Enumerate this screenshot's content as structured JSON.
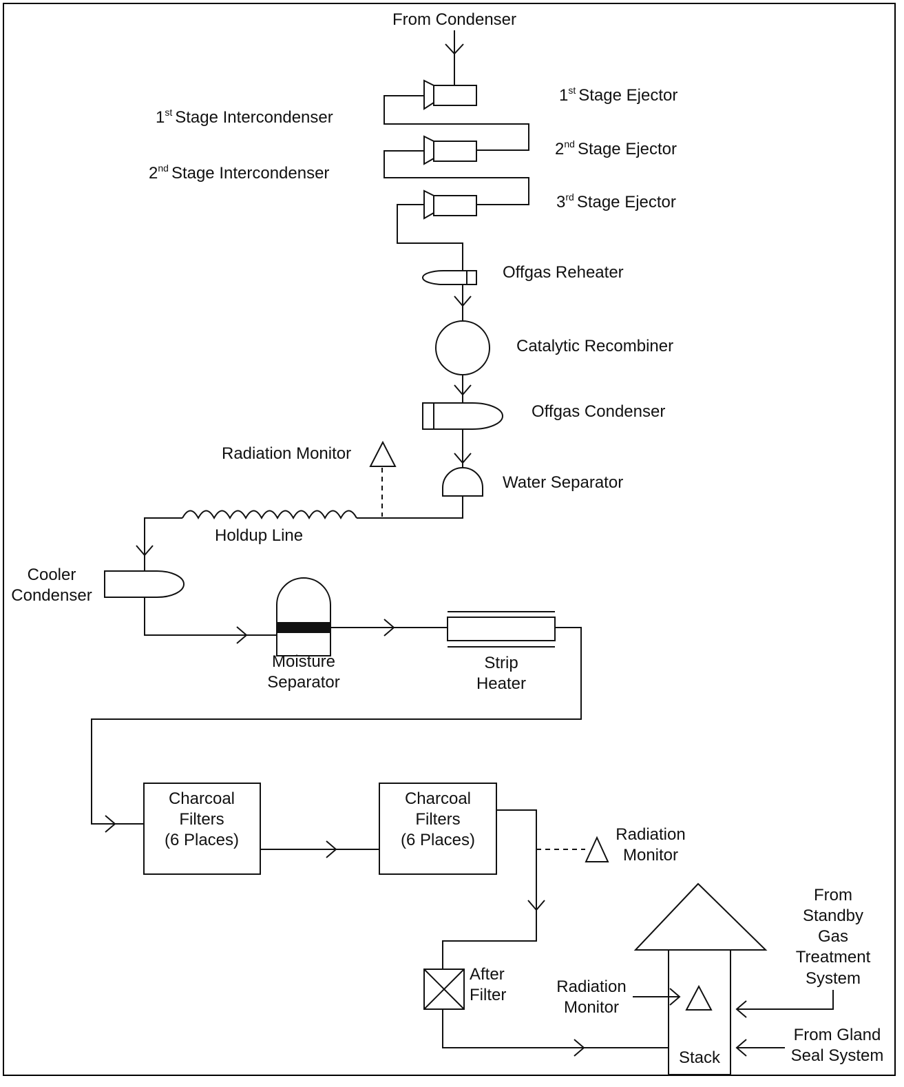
{
  "labels": {
    "from_condenser": "From Condenser",
    "ejector1": "Stage Ejector",
    "ejector1_num": "1",
    "ejector1_sup": "st",
    "intercondenser1": "Stage Intercondenser",
    "intercondenser1_num": "1",
    "intercondenser1_sup": "st",
    "ejector2": "Stage Ejector",
    "ejector2_num": "2",
    "ejector2_sup": "nd",
    "intercondenser2": "Stage Intercondenser",
    "intercondenser2_num": "2",
    "intercondenser2_sup": "nd",
    "ejector3": "Stage Ejector",
    "ejector3_num": "3",
    "ejector3_sup": "rd",
    "offgas_reheater": "Offgas Reheater",
    "catalytic_recombiner": "Catalytic Recombiner",
    "offgas_condenser": "Offgas Condenser",
    "radiation_monitor_1": "Radiation Monitor",
    "water_separator": "Water Separator",
    "holdup_line": "Holdup Line",
    "cooler_condenser": [
      "Cooler",
      "Condenser"
    ],
    "moisture_separator": [
      "Moisture",
      "Separator"
    ],
    "strip_heater": [
      "Strip",
      "Heater"
    ],
    "charcoal_filters_1": [
      "Charcoal",
      "Filters",
      "(6 Places)"
    ],
    "charcoal_filters_2": [
      "Charcoal",
      "Filters",
      "(6 Places)"
    ],
    "radiation_monitor_2": [
      "Radiation",
      "Monitor"
    ],
    "after_filter": [
      "After",
      "Filter"
    ],
    "radiation_monitor_3": [
      "Radiation",
      "Monitor"
    ],
    "stack": "Stack",
    "from_standby": [
      "From",
      "Standby",
      "Gas",
      "Treatment",
      "System"
    ],
    "from_gland": [
      "From Gland",
      "Seal System"
    ]
  }
}
